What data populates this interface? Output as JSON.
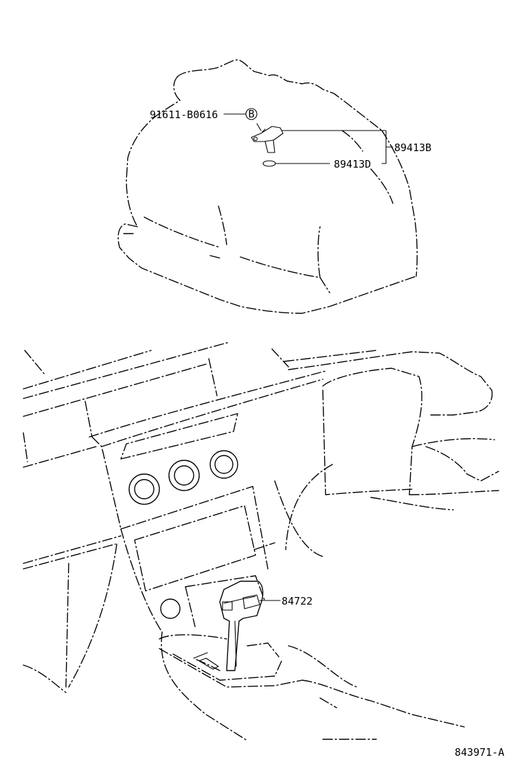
{
  "parts": {
    "bolt": "91611-B0616",
    "bolt_marker": "B",
    "sensor_assy": "89413B",
    "sensor_oring": "89413D",
    "shift_switch": "84722"
  },
  "figure_id": "843971-A"
}
